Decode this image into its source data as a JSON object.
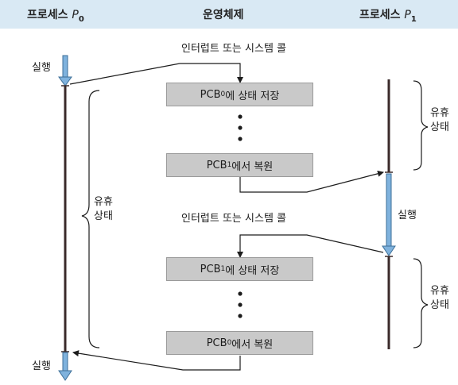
{
  "header": {
    "p0": {
      "title": "프로세스",
      "symbol": "P",
      "subscript": "0"
    },
    "os": {
      "title": "운영체제"
    },
    "p1": {
      "title": "프로세스",
      "symbol": "P",
      "subscript": "1"
    }
  },
  "interrupt_labels": [
    "인터럽트 또는 시스템 콜",
    "인터럽트 또는 시스템 콜"
  ],
  "boxes": [
    {
      "prefix": "PCB",
      "sub": "0",
      "suffix": "에 상태 저장"
    },
    {
      "prefix": "PCB",
      "sub": "1",
      "suffix": "에서 복원"
    },
    {
      "prefix": "PCB",
      "sub": "1",
      "suffix": "에 상태 저장"
    },
    {
      "prefix": "PCB",
      "sub": "0",
      "suffix": "에서 복원"
    }
  ],
  "p0_labels": {
    "run_top": "실행",
    "idle_line1": "유휴",
    "idle_line2": "상태",
    "run_bottom": "실행"
  },
  "p1_labels": {
    "idle1_line1": "유휴",
    "idle1_line2": "상태",
    "run": "실행",
    "idle2_line1": "유휴",
    "idle2_line2": "상태"
  },
  "colors": {
    "header_bg": "#d9e9f4",
    "box_fill": "#c9c9c9",
    "timeline": "#3a2a2a",
    "running_arrow": "#7fb2dd",
    "arrow_line": "#1c1c1c"
  }
}
